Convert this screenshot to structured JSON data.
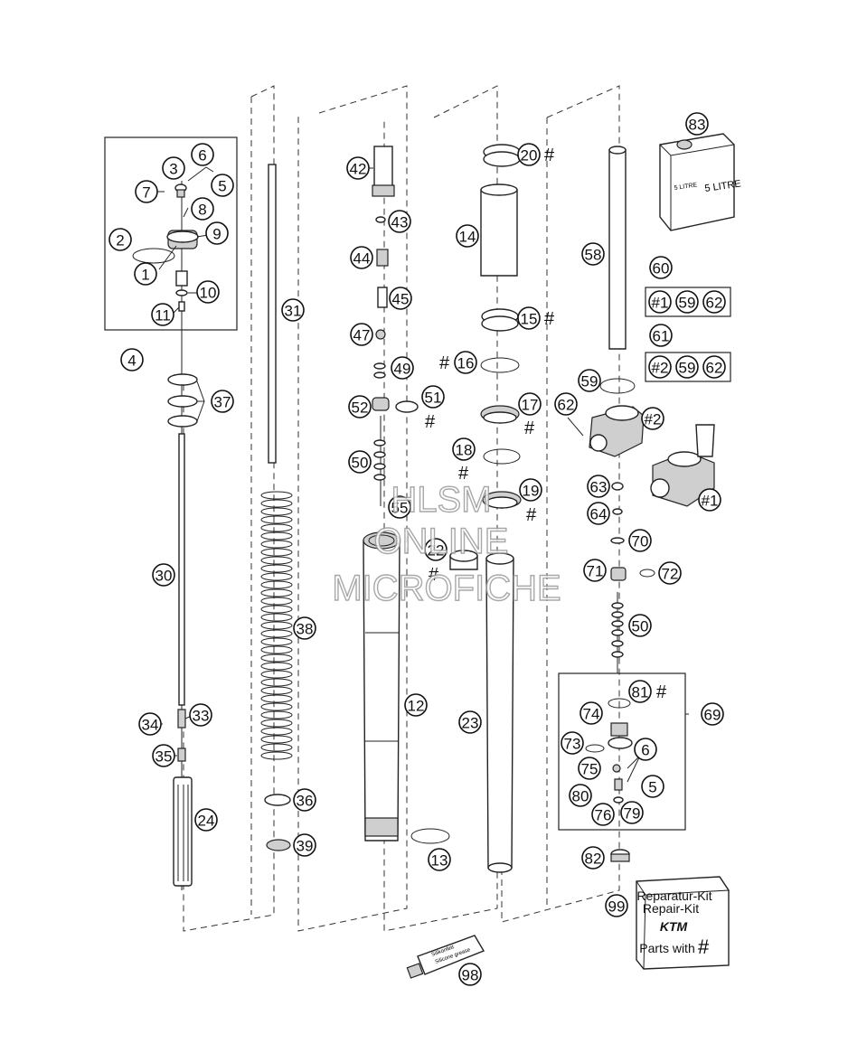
{
  "watermark": {
    "line1": "HLSM",
    "line2": "ONLINE",
    "line3": "MICROFICHE"
  },
  "repair_kit": {
    "line1": "Reparatur-Kit",
    "line2": "Repair-Kit",
    "brand": "KTM",
    "line4": "Parts with",
    "hash": "#"
  },
  "oil_can": {
    "label_left": "5 LITRE",
    "label_right": "5 LITRE"
  },
  "tube": {
    "text1": "Silikonfett",
    "text2": "Silicone grease"
  },
  "kit_refs": {
    "kit60": [
      "#1",
      "59",
      "62"
    ],
    "kit61": [
      "#2",
      "59",
      "62"
    ]
  },
  "callouts": [
    {
      "id": "c1",
      "label": "1"
    },
    {
      "id": "c2",
      "label": "2"
    },
    {
      "id": "c3",
      "label": "3"
    },
    {
      "id": "c4",
      "label": "4"
    },
    {
      "id": "c5a",
      "label": "5"
    },
    {
      "id": "c6a",
      "label": "6"
    },
    {
      "id": "c7",
      "label": "7"
    },
    {
      "id": "c8",
      "label": "8"
    },
    {
      "id": "c9",
      "label": "9"
    },
    {
      "id": "c10",
      "label": "10"
    },
    {
      "id": "c11",
      "label": "11"
    },
    {
      "id": "c12",
      "label": "12"
    },
    {
      "id": "c13",
      "label": "13"
    },
    {
      "id": "c14",
      "label": "14"
    },
    {
      "id": "c15",
      "label": "15"
    },
    {
      "id": "c16",
      "label": "16"
    },
    {
      "id": "c17",
      "label": "17"
    },
    {
      "id": "c18",
      "label": "18"
    },
    {
      "id": "c19",
      "label": "19"
    },
    {
      "id": "c20",
      "label": "20"
    },
    {
      "id": "c22",
      "label": "22"
    },
    {
      "id": "c23",
      "label": "23"
    },
    {
      "id": "c24",
      "label": "24"
    },
    {
      "id": "c30",
      "label": "30"
    },
    {
      "id": "c31",
      "label": "31"
    },
    {
      "id": "c33",
      "label": "33"
    },
    {
      "id": "c34",
      "label": "34"
    },
    {
      "id": "c35",
      "label": "35"
    },
    {
      "id": "c36",
      "label": "36"
    },
    {
      "id": "c37",
      "label": "37"
    },
    {
      "id": "c38",
      "label": "38"
    },
    {
      "id": "c39",
      "label": "39"
    },
    {
      "id": "c42",
      "label": "42"
    },
    {
      "id": "c43",
      "label": "43"
    },
    {
      "id": "c44",
      "label": "44"
    },
    {
      "id": "c45",
      "label": "45"
    },
    {
      "id": "c47",
      "label": "47"
    },
    {
      "id": "c49",
      "label": "49"
    },
    {
      "id": "c50a",
      "label": "50"
    },
    {
      "id": "c51",
      "label": "51"
    },
    {
      "id": "c52",
      "label": "52"
    },
    {
      "id": "c55",
      "label": "55"
    },
    {
      "id": "c58",
      "label": "58"
    },
    {
      "id": "c59",
      "label": "59"
    },
    {
      "id": "c60",
      "label": "60"
    },
    {
      "id": "c61",
      "label": "61"
    },
    {
      "id": "c62",
      "label": "62"
    },
    {
      "id": "c63",
      "label": "63"
    },
    {
      "id": "c64",
      "label": "64"
    },
    {
      "id": "c69",
      "label": "69"
    },
    {
      "id": "c70",
      "label": "70"
    },
    {
      "id": "c71",
      "label": "71"
    },
    {
      "id": "c72",
      "label": "72"
    },
    {
      "id": "c50b",
      "label": "50"
    },
    {
      "id": "c73",
      "label": "73"
    },
    {
      "id": "c74",
      "label": "74"
    },
    {
      "id": "c75",
      "label": "75"
    },
    {
      "id": "c76",
      "label": "76"
    },
    {
      "id": "c79",
      "label": "79"
    },
    {
      "id": "c80",
      "label": "80"
    },
    {
      "id": "c81",
      "label": "81"
    },
    {
      "id": "c82",
      "label": "82"
    },
    {
      "id": "c83",
      "label": "83"
    },
    {
      "id": "c98",
      "label": "98"
    },
    {
      "id": "c99",
      "label": "99"
    },
    {
      "id": "c6b",
      "label": "6"
    },
    {
      "id": "c5b",
      "label": "5"
    },
    {
      "id": "cK1",
      "label": "#1"
    },
    {
      "id": "cK2",
      "label": "#2"
    }
  ],
  "hash_marks": [
    {
      "id": "h20",
      "label": "#"
    },
    {
      "id": "h15",
      "label": "#"
    },
    {
      "id": "h16",
      "label": "#"
    },
    {
      "id": "h17",
      "label": "#"
    },
    {
      "id": "h18",
      "label": "#"
    },
    {
      "id": "h19",
      "label": "#"
    },
    {
      "id": "h22",
      "label": "#"
    },
    {
      "id": "h51",
      "label": "#"
    },
    {
      "id": "h81",
      "label": "#"
    }
  ]
}
